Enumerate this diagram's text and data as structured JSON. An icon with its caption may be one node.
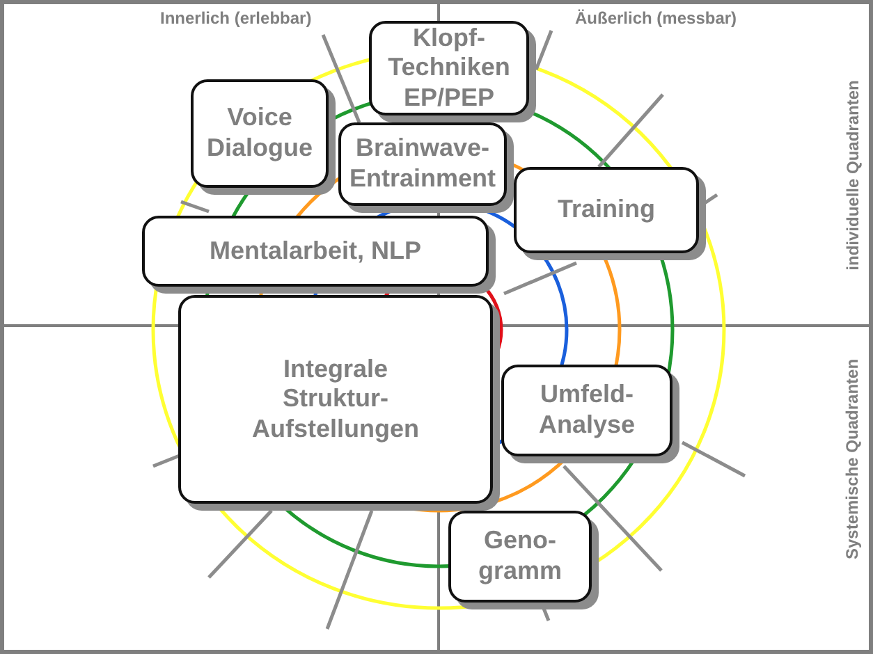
{
  "diagram": {
    "nodes": [
      {
        "text": [
          "Klopf-Techniken EP/PEP"
        ]
      },
      {
        "text": [
          "Voice Dialogue"
        ]
      },
      {
        "text": [
          "Brainwave-Entrainment"
        ]
      },
      {
        "text": [
          "Training"
        ]
      },
      {
        "text": [
          "Mentalarbeit, NLP"
        ]
      },
      {
        "text": [
          "Integrale Struktur-Aufstellungen"
        ]
      },
      {
        "text": [
          "Umfeld-Analyse"
        ]
      },
      {
        "text": [
          "Geno-gramm"
        ]
      }
    ],
    "edges": [],
    "labels": [
      "Innerlich (erlebbar)",
      "Äußerlich (messbar)",
      "individuelle Quadranten",
      "Systemische Quadranten"
    ]
  }
}
